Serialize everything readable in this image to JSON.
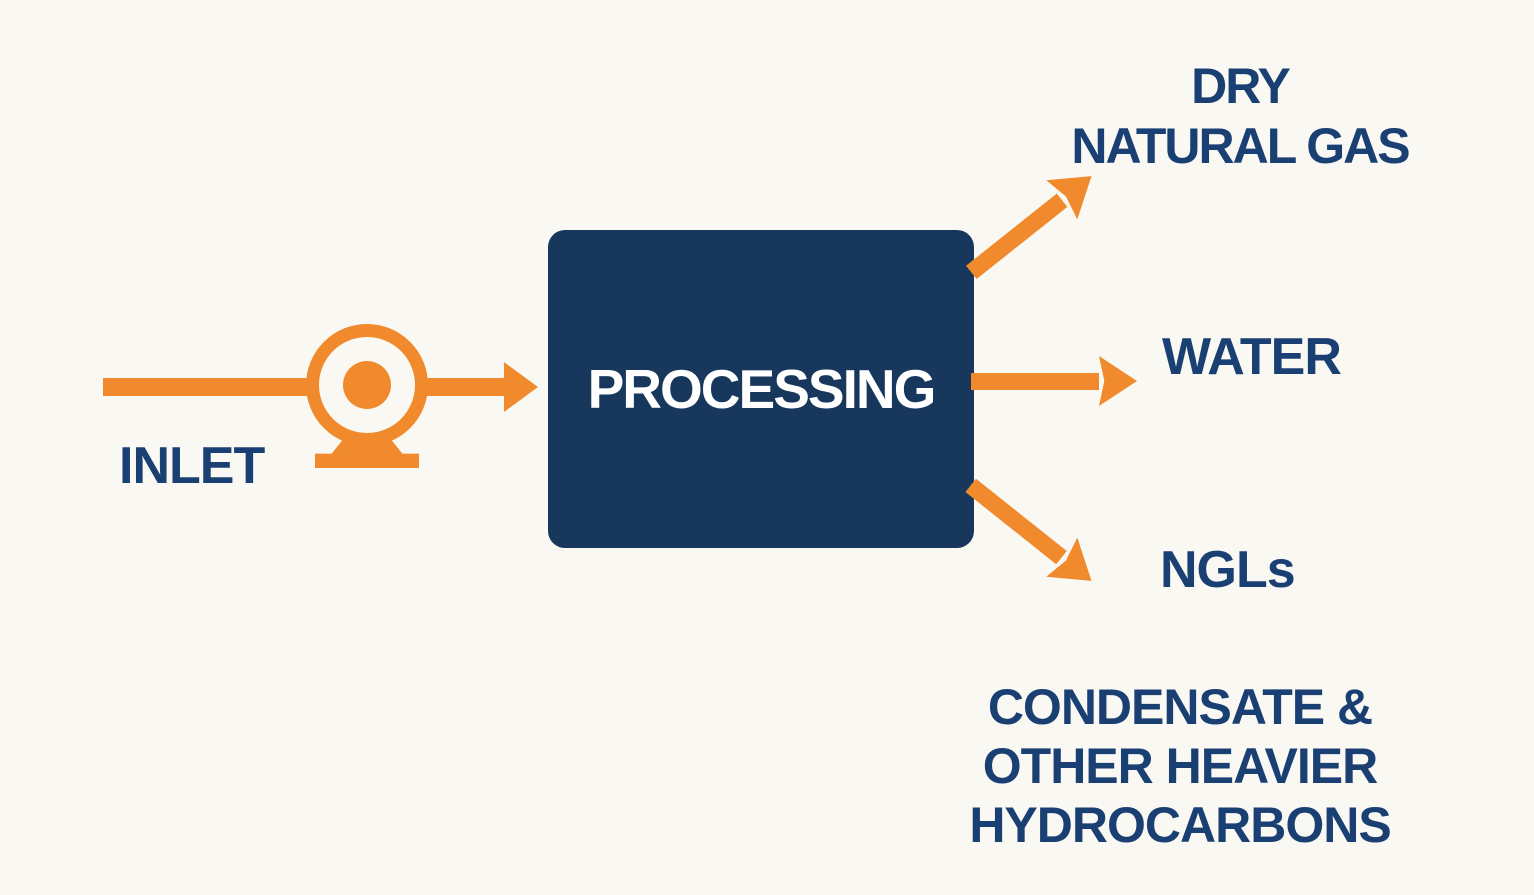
{
  "colors": {
    "orange": "#F08A2C",
    "navy_box": "#17375C",
    "navy_text": "#1A4073",
    "background": "#FAF8F3",
    "box_text": "#FFFFFF"
  },
  "diagram": {
    "inlet": {
      "label": "INLET"
    },
    "process": {
      "label": "PROCESSING"
    },
    "outputs": {
      "dry_gas": {
        "line1": "DRY",
        "line2": "NATURAL GAS"
      },
      "water": {
        "label": "WATER"
      },
      "ngls": {
        "label": "NGLs"
      },
      "condensate": {
        "line1": "CONDENSATE &",
        "line2": "OTHER HEAVIER",
        "line3": "HYDROCARBONS"
      }
    }
  }
}
